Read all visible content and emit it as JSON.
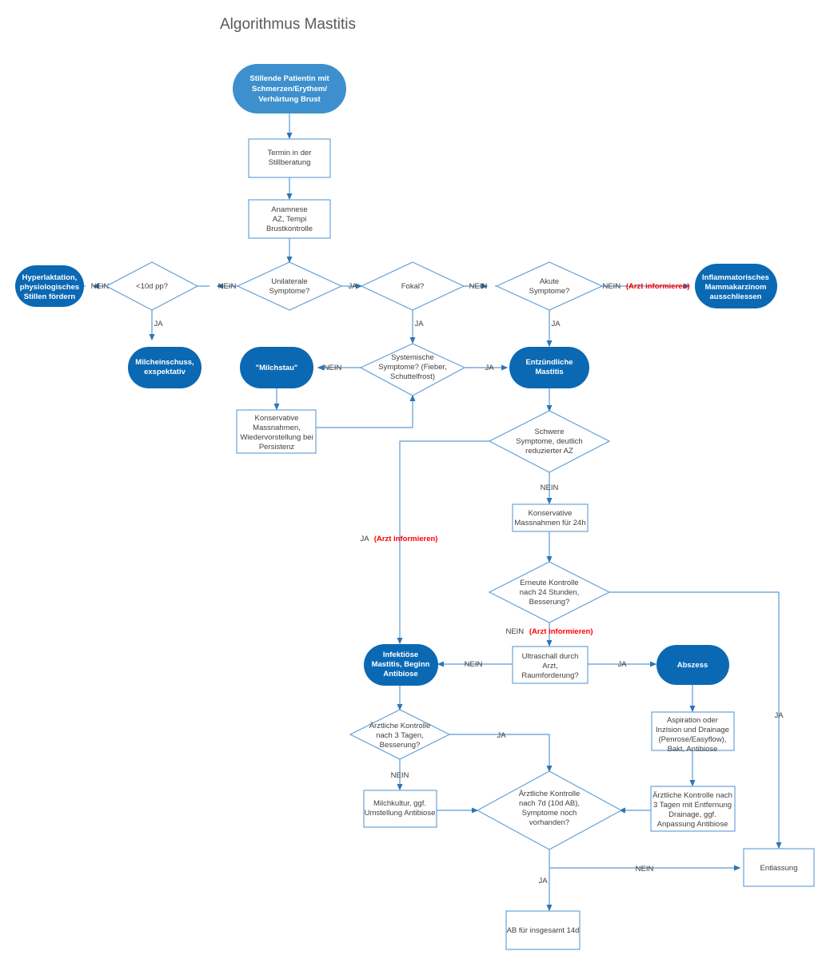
{
  "title": "Algorithmus Mastitis",
  "colors": {
    "start_fill": "#3d90cd",
    "terminal_fill": "#0b69b4",
    "line": "#5b9bd5",
    "text": "#404040",
    "warning": "#ff0000",
    "node_fill": "#ffffff"
  },
  "nodes": {
    "start": {
      "type": "oval-start",
      "lines": [
        "Stillende Patientin mit",
        "Schmerzen/Erythem/",
        "Verhärtung Brust"
      ]
    },
    "termin": {
      "type": "process",
      "lines": [
        "Termin in der",
        "Stillberatung"
      ]
    },
    "anamnese": {
      "type": "process",
      "lines": [
        "Anamnese",
        "AZ, Tempi",
        "Brustkontrolle"
      ]
    },
    "unilateral": {
      "type": "decision",
      "lines": [
        "Unilaterale",
        "Symptome?"
      ]
    },
    "tendpp": {
      "type": "decision",
      "lines": [
        "<10d pp?"
      ]
    },
    "hyperlaktation": {
      "type": "oval",
      "lines": [
        "Hyperlaktation,",
        "physiologisches",
        "Stillen fördern"
      ]
    },
    "milcheinschuss": {
      "type": "oval",
      "lines": [
        "Milcheinschuss,",
        "exspektativ"
      ]
    },
    "fokal": {
      "type": "decision",
      "lines": [
        "Fokal?"
      ]
    },
    "akute": {
      "type": "decision",
      "lines": [
        "Akute",
        "Symptome?"
      ]
    },
    "inflammatorisch": {
      "type": "oval",
      "lines": [
        "Inflammatorisches",
        "Mammakarzinom",
        "ausschliessen"
      ]
    },
    "systemische": {
      "type": "decision",
      "lines": [
        "Systemische",
        "Symptome? (Fieber,",
        "Schuttelfrost)"
      ]
    },
    "milchstau": {
      "type": "oval",
      "lines": [
        "\"Milchstau\""
      ]
    },
    "konservativ_persistenz": {
      "type": "process",
      "lines": [
        "Konservative",
        "Massnahmen,",
        "Wiedervorstellung bei",
        "Persistenz"
      ]
    },
    "entzuendliche": {
      "type": "oval",
      "lines": [
        "Entzündliche",
        "Mastitis"
      ]
    },
    "schwere": {
      "type": "decision",
      "lines": [
        "Schwere",
        "Symptome, deutlich",
        "reduzierter AZ"
      ]
    },
    "konservativ24": {
      "type": "process",
      "lines": [
        "Konservative",
        "Massnahmen für 24h"
      ]
    },
    "erneute": {
      "type": "decision",
      "lines": [
        "Erneute Kontrolle",
        "nach 24 Stunden,",
        "Besserung?"
      ]
    },
    "ultraschall": {
      "type": "process",
      "lines": [
        "Ultraschall durch",
        "Arzt,",
        "Raumforderung?"
      ]
    },
    "infektioese": {
      "type": "oval",
      "lines": [
        "Infektiöse",
        "Mastitis, Beginn",
        "Antibiose"
      ]
    },
    "abszess": {
      "type": "oval",
      "lines": [
        "Abszess"
      ]
    },
    "aspiration": {
      "type": "process",
      "lines": [
        "Aspiration oder",
        "Inzision und Drainage",
        "(Penrose/Easyflow),",
        "Bakt, Antibiose"
      ]
    },
    "kontrolle3t_drainage": {
      "type": "process",
      "lines": [
        "Ärztliche Kontrolle nach",
        "3 Tagen mit Entfernung",
        "Drainage, ggf.",
        "Anpassung Antibiose"
      ]
    },
    "kontrolle3t": {
      "type": "decision",
      "lines": [
        "Ärztliche Kontrolle",
        "nach 3 Tagen,",
        "Besserung?"
      ]
    },
    "milchkultur": {
      "type": "process",
      "lines": [
        "Milchkultur, ggf.",
        "Umstellung Antibiose"
      ]
    },
    "kontrolle7d": {
      "type": "decision",
      "lines": [
        "Ärztliche Kontrolle",
        "nach 7d (10d AB),",
        "Symptome noch",
        "vorhanden?"
      ]
    },
    "entlassung": {
      "type": "process",
      "lines": [
        "Entlassung"
      ]
    },
    "ab14d": {
      "type": "process",
      "lines": [
        "AB für insgesamt 14d"
      ]
    }
  },
  "edge_labels": {
    "tendpp_nein": "NEIN",
    "tendpp_ja": "JA",
    "unilateral_nein": "NEIN",
    "unilateral_ja": "JA",
    "fokal_ja": "JA",
    "fokal_nein": "NEIN",
    "akute_nein_main": "NEIN",
    "akute_nein_warn": "(Arzt informieren)",
    "akute_ja": "JA",
    "systemische_nein": "NEIN",
    "systemische_ja": "JA",
    "schwere_nein": "NEIN",
    "schwere_ja_main": "JA",
    "schwere_ja_warn": "(Arzt informieren)",
    "erneute_nein_main": "NEIN",
    "erneute_nein_warn": "(Arzt informieren)",
    "erneute_ja": "JA",
    "ultraschall_nein": "NEIN",
    "ultraschall_ja": "JA",
    "kontrolle3t_ja": "JA",
    "kontrolle3t_nein": "NEIN",
    "kontrolle7d_ja": "JA",
    "kontrolle7d_nein": "NEIN"
  }
}
